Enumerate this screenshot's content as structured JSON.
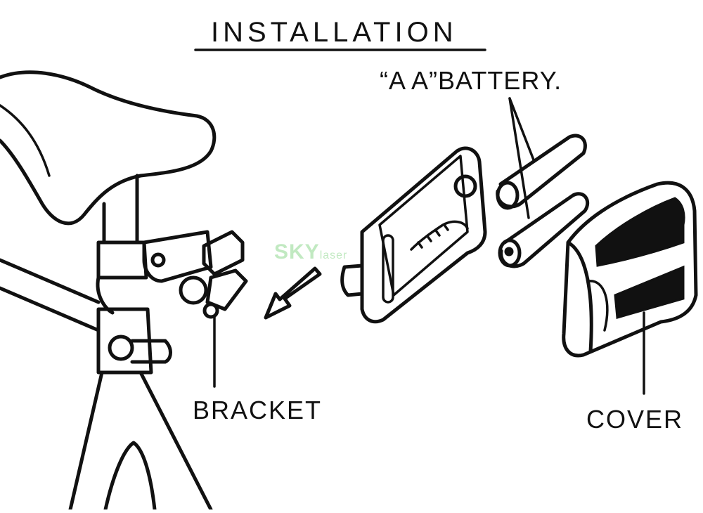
{
  "title": "INSTALLATION",
  "labels": {
    "battery": "“A A”BATTERY.",
    "bracket": "BRACKET",
    "cover": "COVER"
  },
  "watermark": {
    "main": "SKY",
    "sub": "laser"
  }
}
